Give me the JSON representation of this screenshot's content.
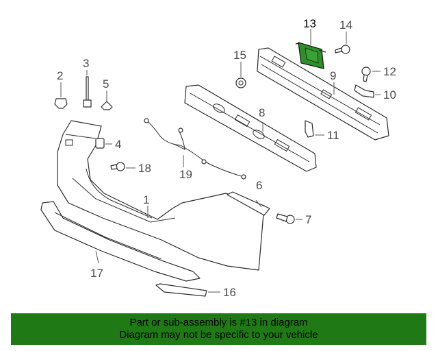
{
  "diagram": {
    "highlight_color": "#2f8f2a",
    "labels": {
      "l1": "1",
      "l2": "2",
      "l3": "3",
      "l4": "4",
      "l5": "5",
      "l6": "6",
      "l7": "7",
      "l8": "8",
      "l9": "9",
      "l10": "10",
      "l11": "11",
      "l12": "12",
      "l13": "13",
      "l14": "14",
      "l15": "15",
      "l16": "16",
      "l17": "17",
      "l18": "18",
      "l19": "19"
    }
  },
  "banner": {
    "color": "#1f7a16",
    "line1": "Part or sub-assembly is #13 in diagram",
    "line2": "Diagram may not be specific to your vehicle"
  }
}
